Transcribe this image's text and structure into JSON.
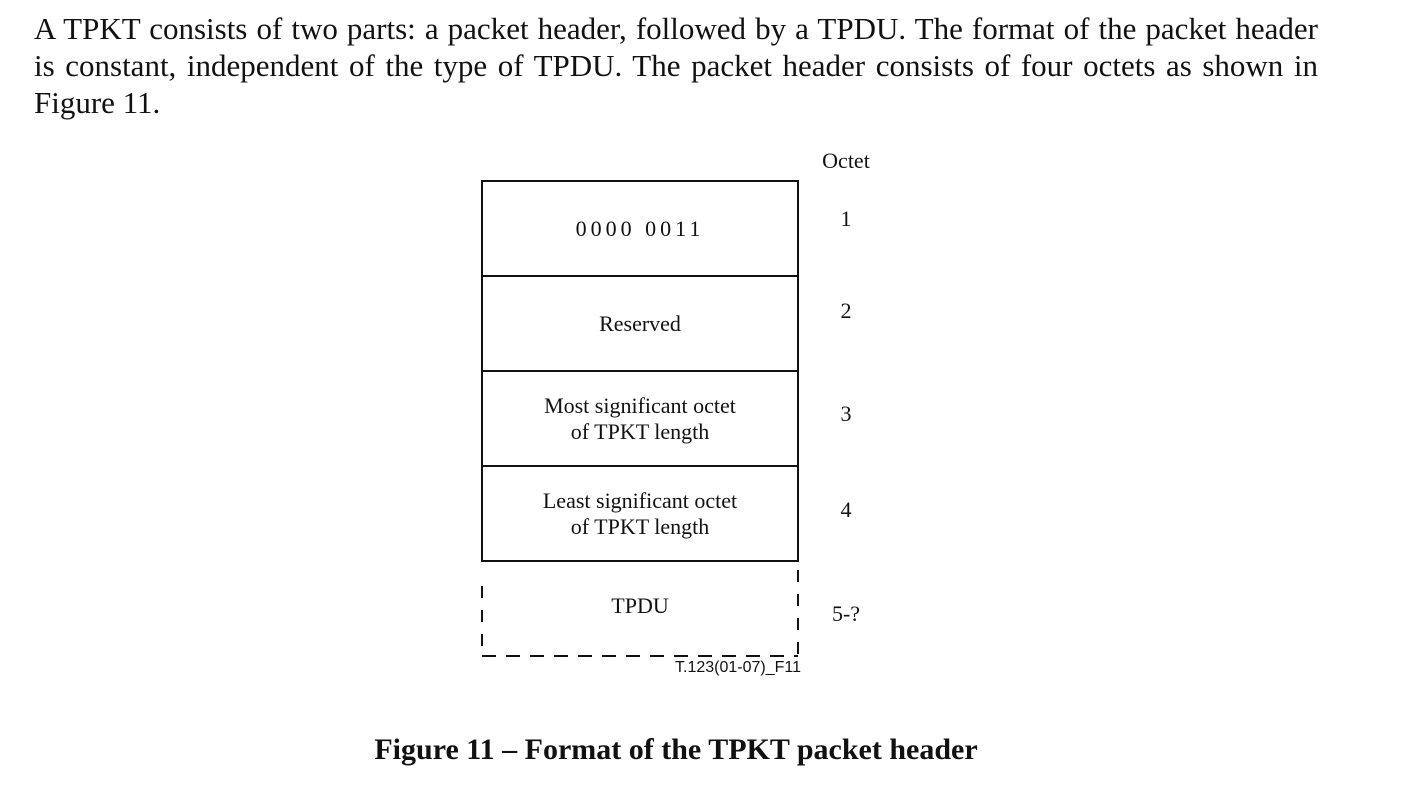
{
  "paragraph": "A TPKT consists of two parts: a packet header, followed by a TPDU. The format of the packet header is constant, independent of the type of TPDU. The packet header consists of four octets as shown in Figure 11.",
  "figure": {
    "octet_heading": "Octet",
    "rows": [
      {
        "line1": "0000 0011",
        "line2": "",
        "octet": "1"
      },
      {
        "line1": "Reserved",
        "line2": "",
        "octet": "2"
      },
      {
        "line1": "Most significant octet",
        "line2": "of TPKT length",
        "octet": "3"
      },
      {
        "line1": "Least significant octet",
        "line2": "of TPKT length",
        "octet": "4"
      },
      {
        "line1": "TPDU",
        "line2": "",
        "octet": "5-?"
      }
    ],
    "figure_id": "T.123(01-07)_F11",
    "caption": "Figure 11 – Format of the TPKT packet header"
  }
}
